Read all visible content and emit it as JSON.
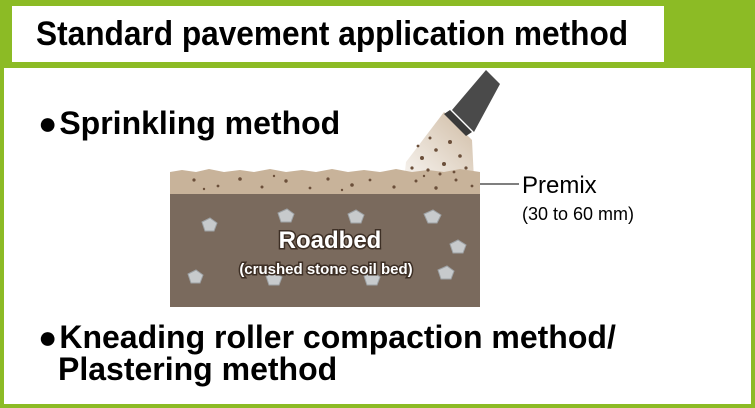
{
  "title": "Standard pavement application method",
  "methods": {
    "sprinkling": "Sprinkling method",
    "kneading_line1": "Kneading roller compaction method/",
    "kneading_line2": "Plastering method",
    "bullet": "●"
  },
  "diagram": {
    "premix_label": "Premix",
    "premix_thickness": "(30 to 60 mm)",
    "roadbed_label": "Roadbed",
    "roadbed_sub": "(crushed stone soil bed)"
  },
  "colors": {
    "frame_green": "#8cbb25",
    "premix": "#c8b39a",
    "roadbed": "#7a6a5d",
    "stone": "#c7cacc",
    "sprinkler": "#4a4a4a"
  }
}
